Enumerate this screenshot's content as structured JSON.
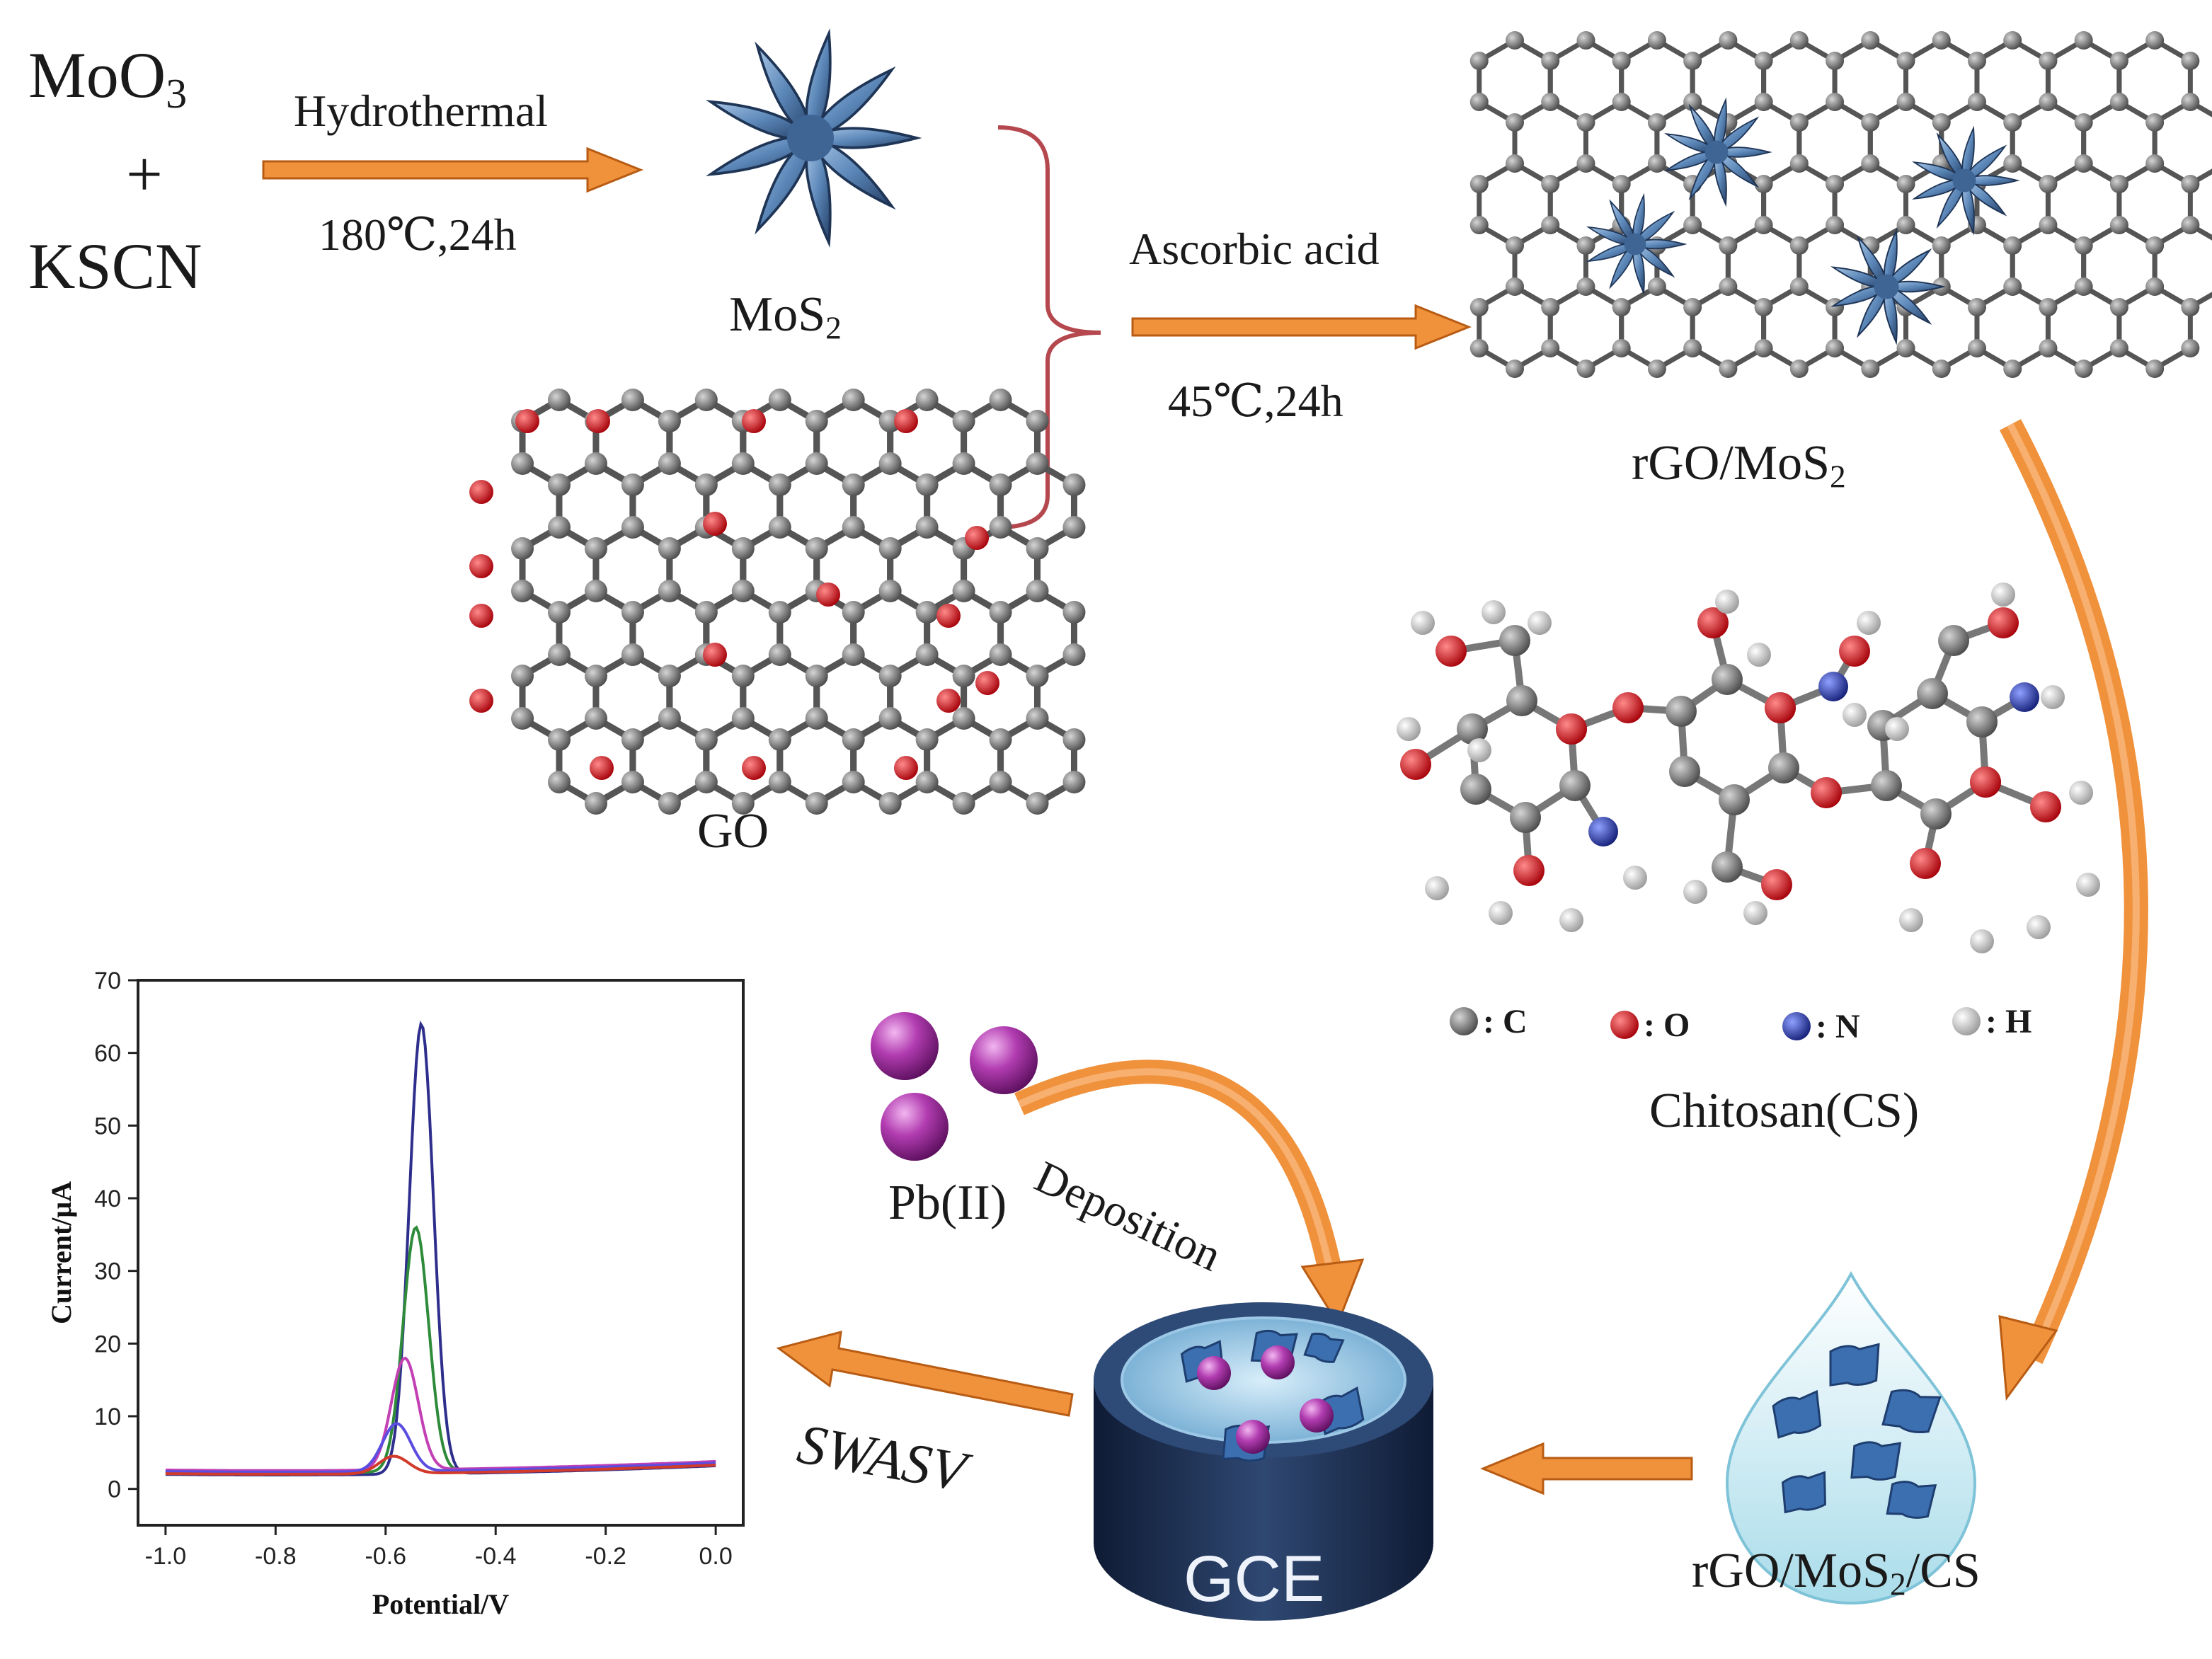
{
  "reagents": {
    "line1": "MoO",
    "line1_sub": "3",
    "plus": "+",
    "line2": "KSCN"
  },
  "step1": {
    "method": "Hydrothermal",
    "condition": "180℃,24h"
  },
  "products": {
    "mos2": {
      "text": "MoS",
      "sub": "2"
    },
    "go": "GO",
    "rgo_mos2": {
      "pre": "rGO/MoS",
      "sub": "2"
    },
    "rgo_mos2_cs": {
      "pre": "rGO/MoS",
      "sub": "2",
      "post": "/CS"
    }
  },
  "step2": {
    "reagent": "Ascorbic acid",
    "condition": "45℃,24h"
  },
  "chitosan": {
    "name": "Chitosan(CS)",
    "legend": [
      {
        "sym": ": C",
        "color": "#7b7b7b"
      },
      {
        "sym": ": O",
        "color": "#e0131b"
      },
      {
        "sym": ": N",
        "color": "#2a3fa8"
      },
      {
        "sym": ": H",
        "color": "#f2f2f2"
      }
    ]
  },
  "pb": "Pb(II)",
  "deposition": "Deposition",
  "electrode": "GCE",
  "method": "SWASV",
  "colors": {
    "arrow": "#f0913c",
    "arrow_edge": "#b85c14",
    "bracket": "#b5484f",
    "mos2": "#5b87b8"
  },
  "chart_data": {
    "type": "line",
    "xlabel": "Potential/V",
    "ylabel": "Current/μA",
    "xlim": [
      -1.05,
      0.05
    ],
    "ylim": [
      -5,
      70
    ],
    "xticks": [
      "-1.0",
      "-0.8",
      "-0.6",
      "-0.4",
      "-0.2",
      "0.0"
    ],
    "xtick_values": [
      -1.0,
      -0.8,
      -0.6,
      -0.4,
      -0.2,
      0.0
    ],
    "yticks": [
      "0",
      "10",
      "20",
      "30",
      "40",
      "50",
      "60",
      "70"
    ],
    "ytick_values": [
      0,
      10,
      20,
      30,
      40,
      50,
      60,
      70
    ],
    "series": [
      {
        "color": "#2e2e8c",
        "peak_x": -0.535,
        "peak_y": 64,
        "baseline": 2.0
      },
      {
        "color": "#2e8b3a",
        "peak_x": -0.545,
        "peak_y": 36,
        "baseline": 2.3
      },
      {
        "color": "#c23fb4",
        "peak_x": -0.565,
        "peak_y": 18,
        "baseline": 2.6
      },
      {
        "color": "#5b4de0",
        "peak_x": -0.58,
        "peak_y": 9,
        "baseline": 2.4
      },
      {
        "color": "#d23a2a",
        "peak_x": -0.585,
        "peak_y": 4.5,
        "baseline": 2.1
      }
    ]
  }
}
